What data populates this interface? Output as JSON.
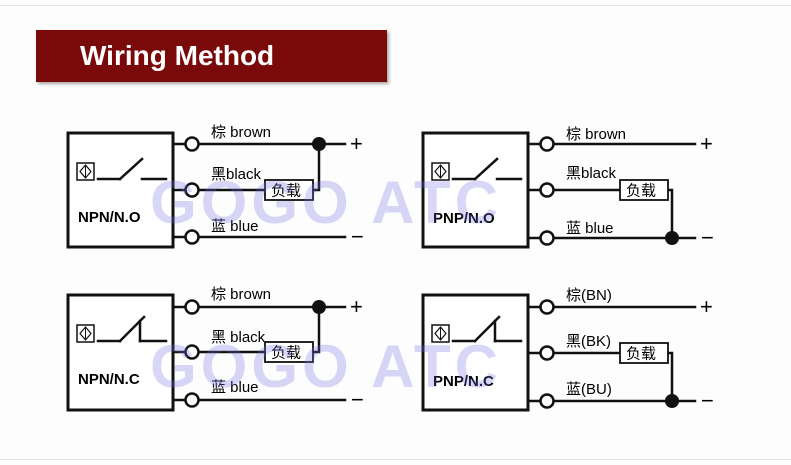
{
  "header": {
    "title": "Wiring Method"
  },
  "watermark": {
    "text": "GOGO ATC"
  },
  "load_label": "负载",
  "sign_plus": "+",
  "sign_minus": "−",
  "panels": [
    {
      "id": "npn-no",
      "type_label": "NPN/N.O",
      "wires": [
        {
          "label": "棕 brown",
          "color": "brown"
        },
        {
          "label": "黑black",
          "color": "black"
        },
        {
          "label": "蓝 blue",
          "color": "blue"
        }
      ]
    },
    {
      "id": "pnp-no",
      "type_label": "PNP/N.O",
      "wires": [
        {
          "label": "棕 brown",
          "color": "brown"
        },
        {
          "label": "黑black",
          "color": "black"
        },
        {
          "label": "蓝 blue",
          "color": "blue"
        }
      ]
    },
    {
      "id": "npn-nc",
      "type_label": "NPN/N.C",
      "wires": [
        {
          "label": "棕 brown",
          "color": "brown"
        },
        {
          "label": "黑 black",
          "color": "black"
        },
        {
          "label": "蓝 blue",
          "color": "blue"
        }
      ]
    },
    {
      "id": "pnp-nc",
      "type_label": "PNP/N.C",
      "wires": [
        {
          "label": "棕(BN)",
          "color": "brown"
        },
        {
          "label": "黑(BK)",
          "color": "black"
        },
        {
          "label": "蓝(BU)",
          "color": "blue"
        }
      ]
    }
  ],
  "colors": {
    "banner": "#7a0a0a",
    "line": "#111111",
    "watermark": "#786ee6"
  }
}
